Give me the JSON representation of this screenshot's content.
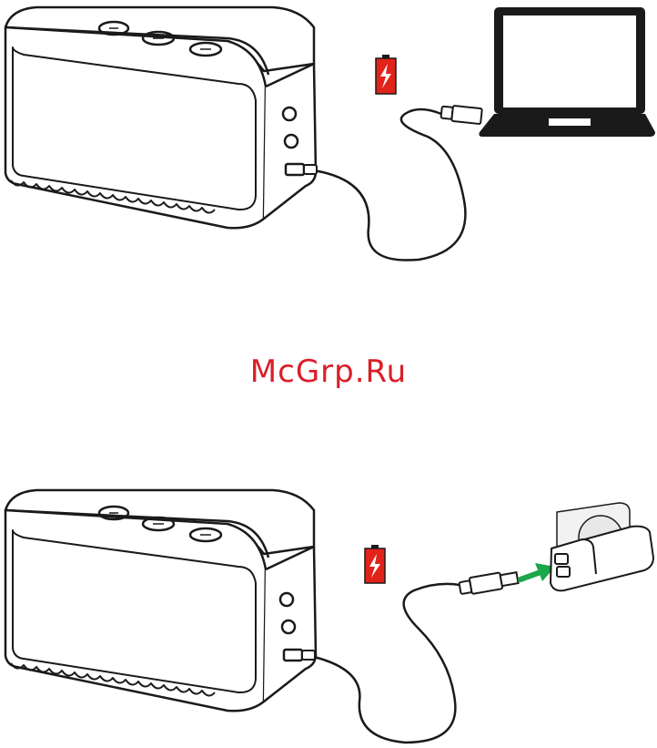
{
  "watermark": "McGrp.Ru",
  "colors": {
    "stroke": "#1a1a1a",
    "battery_red": "#e2231a",
    "arrow_green": "#1aa64a",
    "screen_white": "#ffffff"
  },
  "panels": [
    {
      "id": "laptop-charging",
      "source": "laptop",
      "icons": [
        "speaker-icon",
        "battery-charging-icon",
        "usb-cable-icon",
        "laptop-icon"
      ]
    },
    {
      "id": "wall-charging",
      "source": "wall-adapter",
      "icons": [
        "speaker-icon",
        "battery-charging-icon",
        "usb-cable-icon",
        "wall-adapter-icon",
        "insert-arrow-icon"
      ]
    }
  ]
}
